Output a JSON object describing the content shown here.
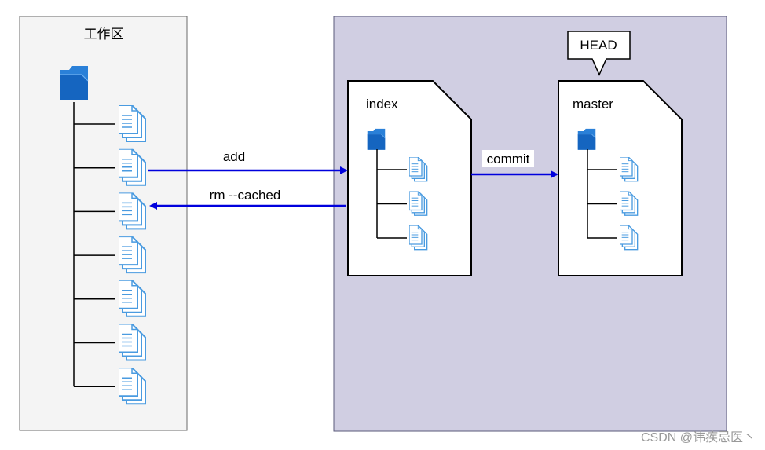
{
  "workspace": {
    "title": "工作区",
    "file_count": 7
  },
  "repository": {
    "index": {
      "label": "index",
      "file_count": 3
    },
    "master": {
      "label": "master",
      "file_count": 3
    },
    "head": {
      "label": "HEAD"
    }
  },
  "arrows": {
    "add": {
      "label": "add"
    },
    "rm_cached": {
      "label": "rm --cached"
    },
    "commit": {
      "label": "commit"
    }
  },
  "colors": {
    "arrow": "#0000dd",
    "repo_background": "#d0cee2",
    "workspace_background": "#f4f4f4",
    "folder": "#1f73c9",
    "file_icon": "#4a9be0"
  },
  "watermark": {
    "text": "CSDN @讳疾忌医丶"
  }
}
